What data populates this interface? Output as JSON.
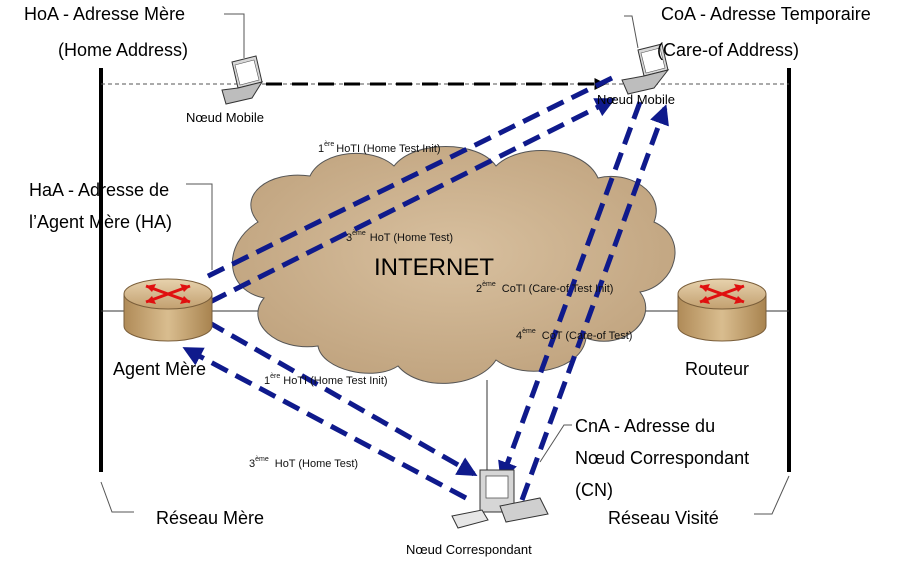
{
  "callouts": {
    "hoa_line1": "HoA - Adresse Mère",
    "hoa_line2": "(Home Address)",
    "coa_line1": "CoA - Adresse Temporaire",
    "coa_line2": "(Care-of Address)",
    "haa_line1": "HaA - Adresse de",
    "haa_line2": "l’Agent Mère (HA)",
    "cna_line1": "CnA - Adresse du",
    "cna_line2": "Nœud Correspondant",
    "cna_line3": "(CN)"
  },
  "nodes": {
    "mobile_home": "Nœud Mobile",
    "mobile_visited": "Nœud Mobile",
    "home_agent": "Agent Mère",
    "router": "Routeur",
    "correspondent": "Nœud Correspondant",
    "internet": "INTERNET"
  },
  "networks": {
    "home": "Réseau Mère",
    "visited": "Réseau Visité"
  },
  "messages": [
    {
      "ord": "1",
      "sup": "ère",
      "text": "HoTI (Home Test Init)"
    },
    {
      "ord": "3",
      "sup": "ème",
      "text": "HoT (Home Test)"
    },
    {
      "ord": "2",
      "sup": "ème",
      "text": "CoTI (Care-of Test Init)"
    },
    {
      "ord": "4",
      "sup": "ème",
      "text": "CoT (Care-of Test)"
    },
    {
      "ord": "1",
      "sup": "ère",
      "text": "HoTI (Home Test Init)"
    },
    {
      "ord": "3",
      "sup": "ème",
      "text": "HoT (Home Test)"
    }
  ],
  "colors": {
    "arrow": "#0f1a8c",
    "cloud": "#c9ad8a",
    "router": "#c9a878",
    "router_arrows": "#e01010"
  }
}
